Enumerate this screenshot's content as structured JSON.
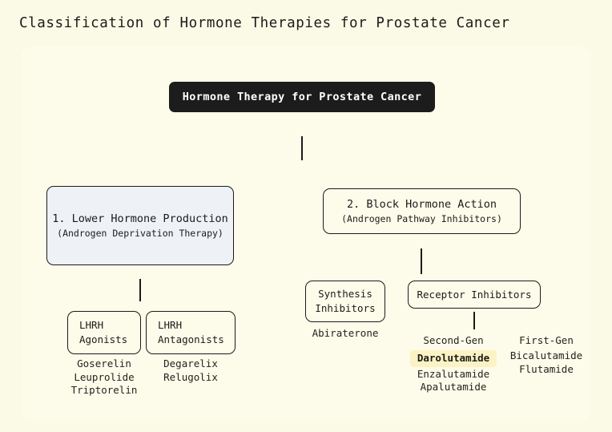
{
  "page": {
    "title": "Classification of Hormone Therapies for Prostate Cancer",
    "background_color": "#fbfae6",
    "panel_color": "#fdfcea",
    "ink_color": "#1b1b1b",
    "highlight_color": "#fcf3c4"
  },
  "diagram": {
    "type": "tree",
    "root": {
      "label": "Hormone Therapy for Prostate Cancer",
      "fill": "#1c1c1c",
      "text_color": "#ffffff"
    },
    "branches": [
      {
        "id": "lower-hormone-production",
        "title": "1. Lower Hormone Production",
        "subtitle": "(Androgen Deprivation Therapy)",
        "fill": "#eef1f6",
        "children": [
          {
            "id": "lhrh-agonists",
            "label_line1": "LHRH",
            "label_line2": "Agonists",
            "drugs": [
              "Goserelin",
              "Leuprolide",
              "Triptorelin"
            ]
          },
          {
            "id": "lhrh-antagonists",
            "label_line1": "LHRH",
            "label_line2": "Antagonists",
            "drugs": [
              "Degarelix",
              "Relugolix"
            ]
          }
        ]
      },
      {
        "id": "block-hormone-action",
        "title": "2. Block Hormone Action",
        "subtitle": "(Androgen Pathway Inhibitors)",
        "fill": "#fdfcea",
        "children": [
          {
            "id": "synthesis-inhibitors",
            "label_line1": "Synthesis",
            "label_line2": "Inhibitors",
            "drugs": [
              "Abiraterone"
            ]
          },
          {
            "id": "receptor-inhibitors",
            "label": "Receptor Inhibitors",
            "groups": [
              {
                "id": "second-gen",
                "heading": "Second-Gen",
                "drugs": [
                  {
                    "name": "Darolutamide",
                    "highlighted": true
                  },
                  {
                    "name": "Enzalutamide",
                    "highlighted": false
                  },
                  {
                    "name": "Apalutamide",
                    "highlighted": false
                  }
                ]
              },
              {
                "id": "first-gen",
                "heading": "First-Gen",
                "drugs": [
                  {
                    "name": "Bicalutamide",
                    "highlighted": false
                  },
                  {
                    "name": "Flutamide",
                    "highlighted": false
                  }
                ]
              }
            ]
          }
        ]
      }
    ]
  }
}
